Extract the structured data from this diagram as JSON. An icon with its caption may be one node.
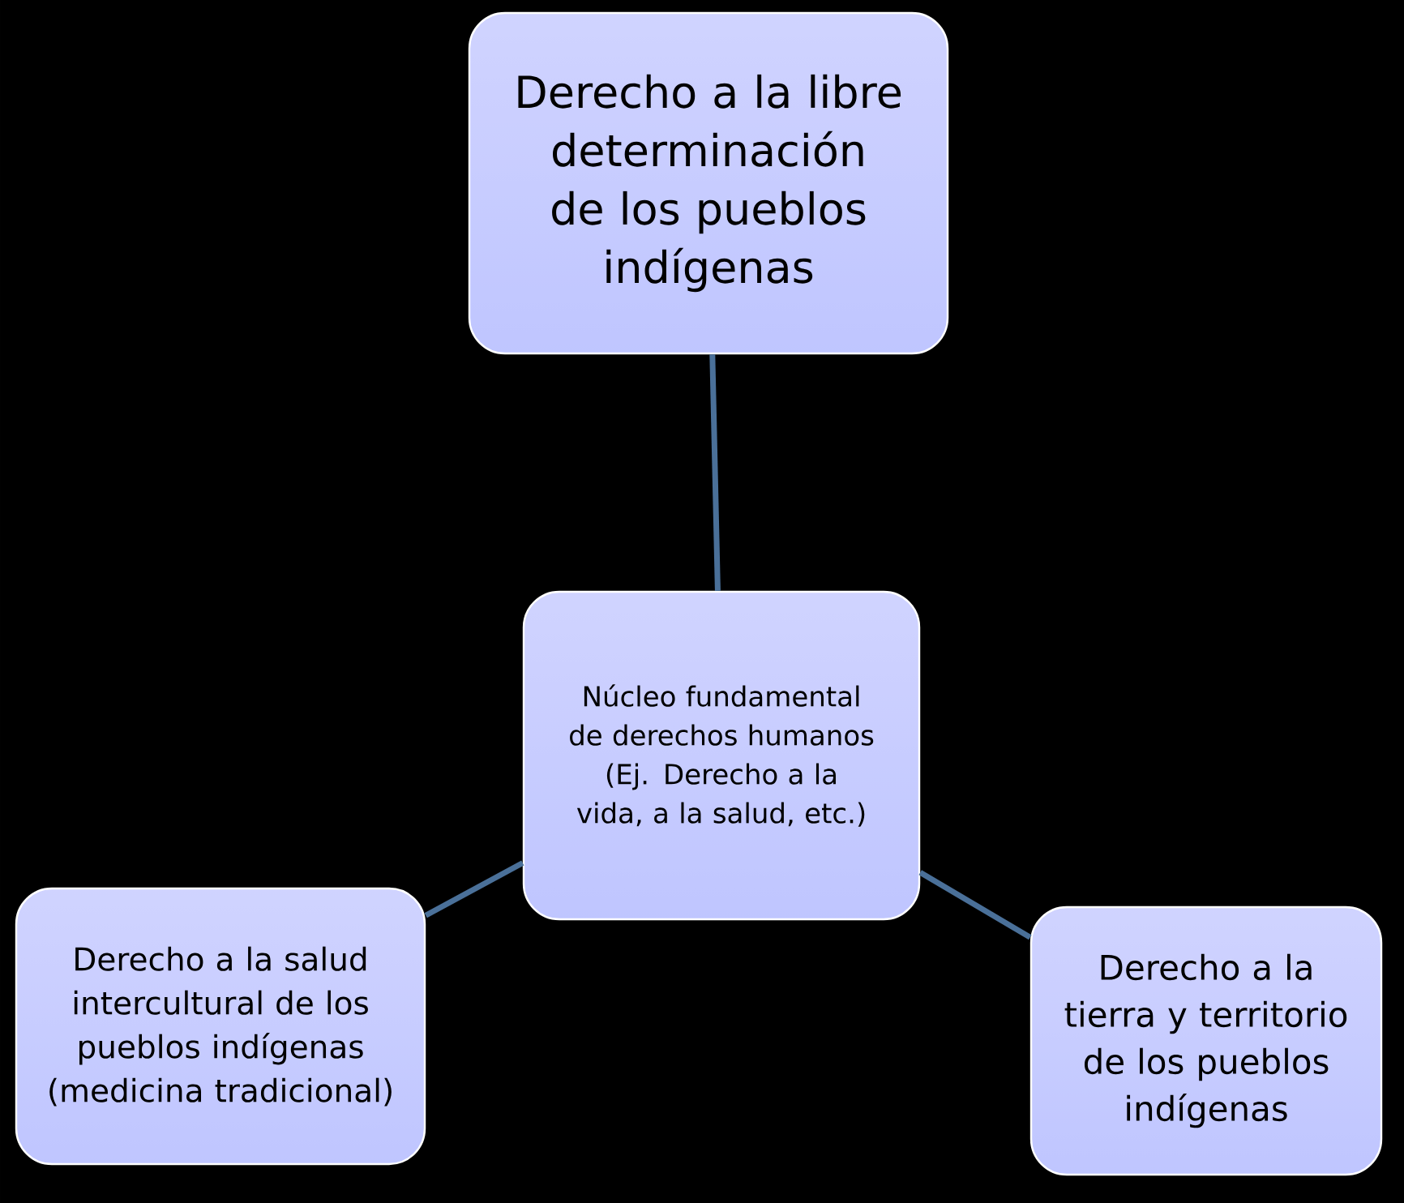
{
  "diagram": {
    "nodes": [
      {
        "text": [
          "Derecho a la libre determinación de los pueblos indígenas"
        ]
      },
      {
        "text": [
          "Núcleo fundamental de derechos humanos (Ej. Derecho a la vida, a la salud, etc.)"
        ]
      },
      {
        "text": [
          "Derecho a la salud intercultural de los pueblos indígenas (medicina tradicional)"
        ]
      },
      {
        "text": [
          "Derecho a la tierra y territorio de los pueblos indígenas"
        ]
      }
    ],
    "edges": [
      {
        "from": 0,
        "to": 1,
        "arrow": "none"
      },
      {
        "from": 1,
        "to": 2,
        "arrow": "none"
      },
      {
        "from": 1,
        "to": 3,
        "arrow": "none"
      }
    ]
  }
}
